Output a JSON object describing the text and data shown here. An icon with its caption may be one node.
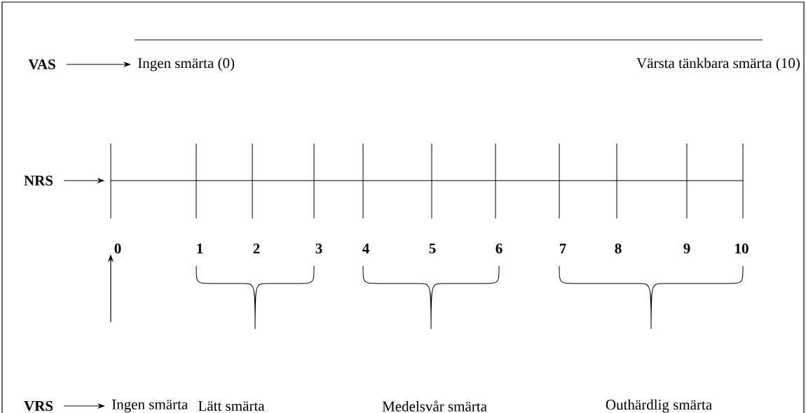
{
  "diagram": {
    "nodes": [
      {
        "text": [
          "VAS"
        ]
      },
      {
        "text": [
          "Ingen smärta (0)"
        ]
      },
      {
        "text": [
          "NRS"
        ]
      },
      {
        "text": [],
        "shape": "line"
      },
      {
        "text": [
          "0"
        ]
      },
      {
        "text": [
          "VRS"
        ]
      },
      {
        "text": [
          "Ingen smärta"
        ]
      }
    ],
    "edges": [
      {
        "from": 0,
        "to": 1,
        "arrow": "to"
      },
      {
        "from": 2,
        "to": 3,
        "arrow": "to"
      },
      {
        "from": null,
        "to": 4,
        "arrow": "to"
      },
      {
        "from": 5,
        "to": 6,
        "arrow": "to"
      }
    ],
    "labels": [
      "Värsta tänkbara smärta (10)",
      "1",
      "2",
      "3",
      "4",
      "5",
      "6",
      "7",
      "8",
      "9",
      "10",
      "Lätt smärta",
      "Medelsvår smärta",
      "Outhärdlig smärta"
    ]
  }
}
